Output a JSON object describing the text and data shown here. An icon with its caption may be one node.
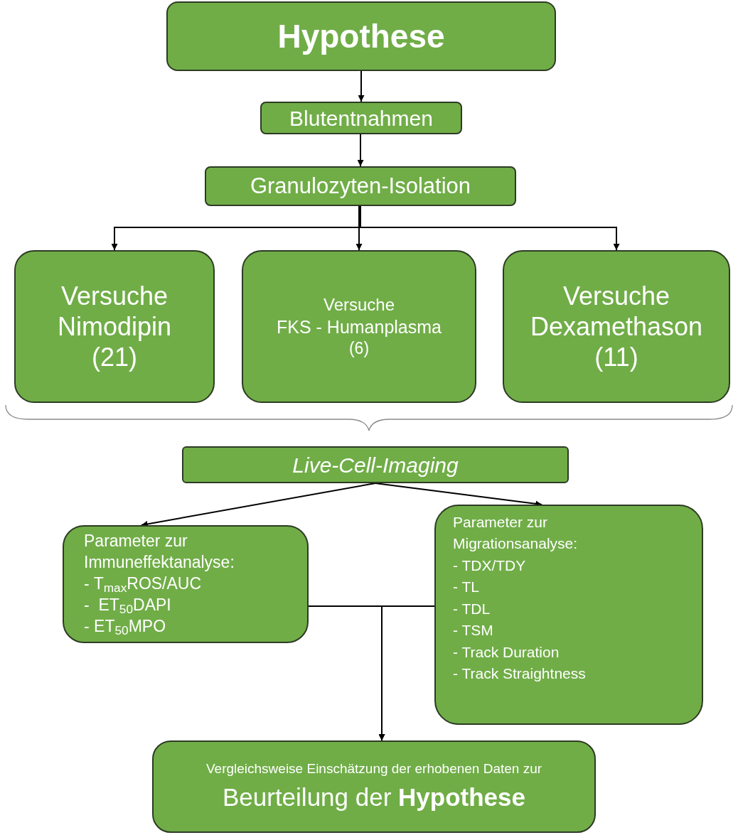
{
  "diagram": {
    "nodes": [
      {
        "text": [
          "Hypothese"
        ]
      },
      {
        "text": [
          "Blutentnahmen"
        ]
      },
      {
        "text": [
          "Granulozyten-Isolation"
        ]
      },
      {
        "text": [
          "Versuche",
          "Nimodipin",
          "(21)"
        ]
      },
      {
        "text": [
          "Versuche",
          "FKS - Humanplasma",
          "(6)"
        ]
      },
      {
        "text": [
          "Versuche",
          "Dexamethason",
          "(11)"
        ]
      },
      {
        "text": [
          "Live-Cell-Imaging"
        ]
      },
      {
        "text": [
          "Parameter zur Immuneffektanalyse:",
          "- T$_{max}$ROS/AUC",
          "-  ET$_{50}$DAPI",
          "- ET$_{50}$MPO"
        ]
      },
      {
        "text": [
          "Parameter zur Migrationsanalyse:",
          "- TDX/TDY",
          "- TL",
          "- TDL",
          "- TSM",
          "- Track Duration",
          "- Track Straightness"
        ]
      },
      {
        "text": [
          "Vergleichsweise Einschätzung der erhobenen Daten zur",
          "Beurteilung der **Hypothese**"
        ]
      }
    ],
    "edges": [
      {
        "from": 0,
        "to": 1,
        "arrow": "to"
      },
      {
        "from": 1,
        "to": 2,
        "arrow": "to"
      },
      {
        "from": 2,
        "to": 3,
        "arrow": "to"
      },
      {
        "from": 2,
        "to": 4,
        "arrow": "to"
      },
      {
        "from": 2,
        "to": 5,
        "arrow": "to"
      },
      {
        "from": 6,
        "to": 7,
        "arrow": "to"
      },
      {
        "from": 6,
        "to": 8,
        "arrow": "to"
      },
      {
        "from": 7,
        "to": 9,
        "arrow": "to"
      },
      {
        "from": 8,
        "to": 9,
        "arrow": "to"
      }
    ]
  }
}
